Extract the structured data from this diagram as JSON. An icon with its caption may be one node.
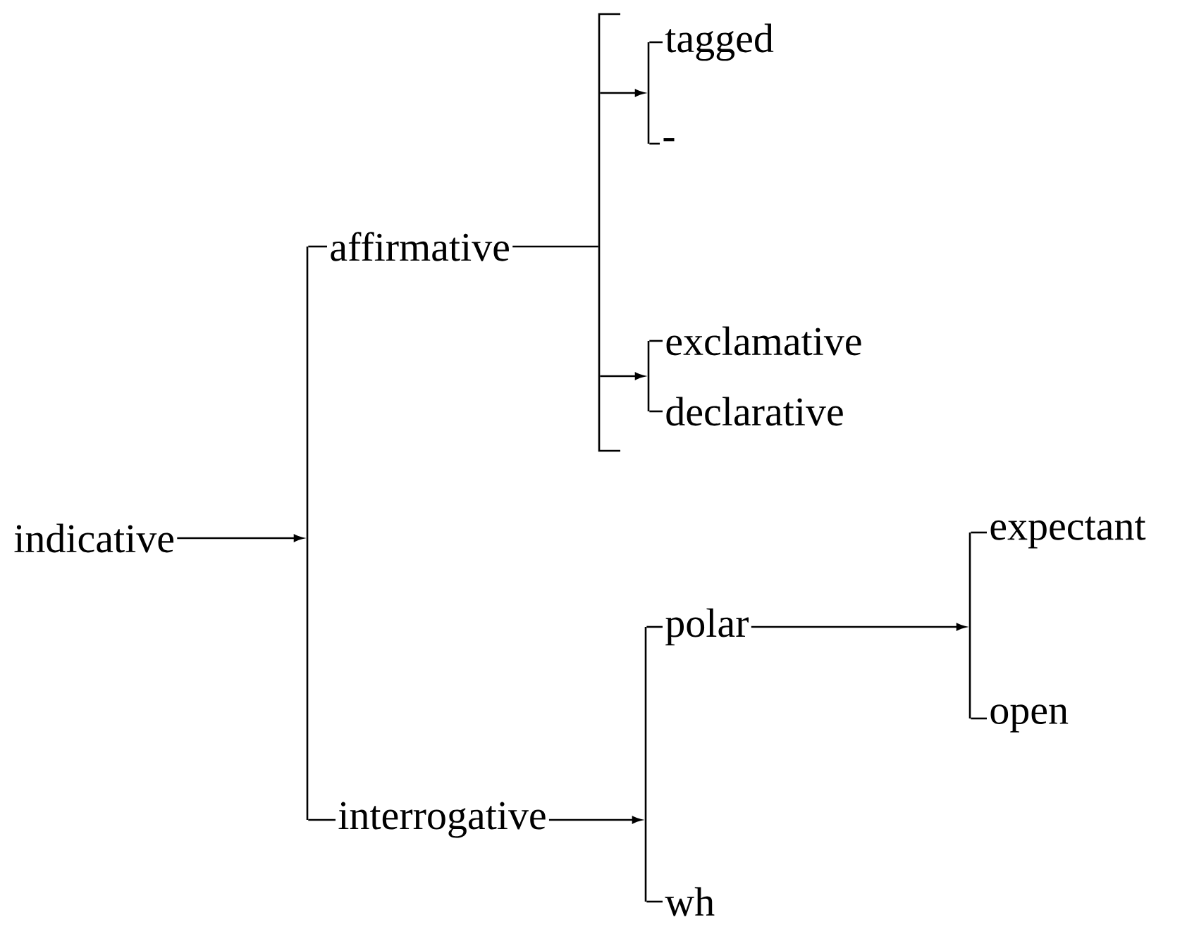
{
  "diagram": {
    "nodes": [
      {
        "text": [
          "indicative"
        ]
      },
      {
        "text": [
          "affirmative"
        ]
      },
      {
        "text": [
          "interrogative"
        ]
      },
      {
        "text": [
          "tagged"
        ]
      },
      {
        "text": [
          "-"
        ]
      },
      {
        "text": [
          "exclamative"
        ]
      },
      {
        "text": [
          "declarative"
        ]
      },
      {
        "text": [
          "polar"
        ]
      },
      {
        "text": [
          "wh"
        ]
      },
      {
        "text": [
          "expectant"
        ]
      },
      {
        "text": [
          "open"
        ]
      },
      {
        "text": [],
        "shape": "bar"
      },
      {
        "text": [],
        "shape": "bar"
      },
      {
        "text": [],
        "shape": "bar"
      },
      {
        "text": [],
        "shape": "bar"
      },
      {
        "text": [],
        "shape": "bar"
      },
      {
        "text": [],
        "shape": "bar"
      }
    ],
    "edges": [
      {
        "from": 0,
        "to": 11,
        "arrow": "to"
      },
      {
        "from": 11,
        "to": 1,
        "arrow": "none"
      },
      {
        "from": 11,
        "to": 2,
        "arrow": "none"
      },
      {
        "from": 1,
        "to": 12,
        "arrow": "none"
      },
      {
        "from": 12,
        "to": 13,
        "arrow": "to"
      },
      {
        "from": 12,
        "to": 14,
        "arrow": "to"
      },
      {
        "from": 13,
        "to": 3,
        "arrow": "none"
      },
      {
        "from": 13,
        "to": 4,
        "arrow": "none"
      },
      {
        "from": 14,
        "to": 5,
        "arrow": "none"
      },
      {
        "from": 14,
        "to": 6,
        "arrow": "none"
      },
      {
        "from": 2,
        "to": 15,
        "arrow": "to"
      },
      {
        "from": 15,
        "to": 7,
        "arrow": "none"
      },
      {
        "from": 15,
        "to": 8,
        "arrow": "none"
      },
      {
        "from": 7,
        "to": 16,
        "arrow": "to"
      },
      {
        "from": 16,
        "to": 9,
        "arrow": "none"
      },
      {
        "from": 16,
        "to": 10,
        "arrow": "none"
      }
    ]
  }
}
